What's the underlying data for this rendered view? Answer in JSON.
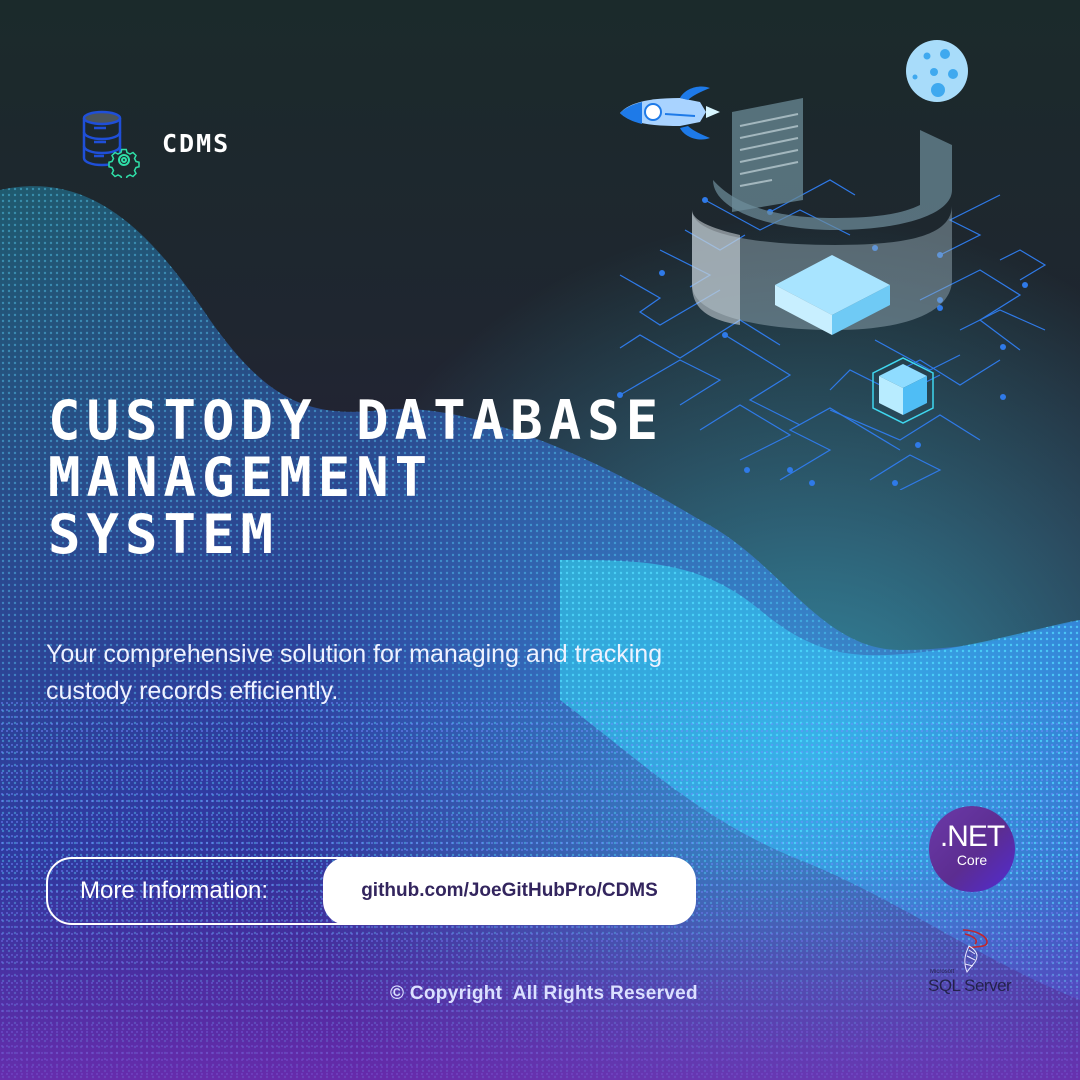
{
  "brand": {
    "logo_text": "CDMS",
    "logo_icon": "database-gear-icon"
  },
  "hero": {
    "title_lines": [
      "CUSTODY DATABASE",
      "MANAGEMENT",
      "SYSTEM"
    ],
    "subtitle": "Your comprehensive solution for managing and tracking custody records efficiently."
  },
  "info": {
    "label": "More Information:",
    "link": "github.com/JoeGitHubPro/CDMS"
  },
  "footer": {
    "copyright": "© Copyright  All Rights Reserved"
  },
  "tech_badges": {
    "dotnet": {
      "name": ".NET",
      "sub": "Core"
    },
    "sqlserver": {
      "vendor": "Microsoft",
      "name": "SQL Server"
    }
  },
  "illustration": {
    "elements": [
      "rocket-icon",
      "moon-icon",
      "document-panel",
      "database-cylinder",
      "circuit-lines",
      "glowing-cube"
    ]
  },
  "colors": {
    "background_top": "#1b2a2b",
    "background_bottom": "#221c3a",
    "wave_cyan": "#33e0f0",
    "wave_blue": "#3a6dff",
    "wave_purple": "#6a3bd8",
    "link_text": "#33255e",
    "dotnet_purple": "#5c2d91",
    "logo_blue": "#1f4fd8",
    "logo_green": "#2fe0a8"
  }
}
